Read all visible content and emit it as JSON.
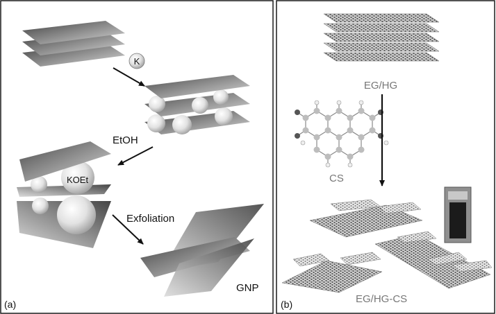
{
  "panel_a": {
    "tag": "(a)",
    "ion_label": "K",
    "solvent_label": "EtOH",
    "complex_label": "KOEt",
    "step_label": "Exfoliation",
    "product_label": "GNP"
  },
  "panel_b": {
    "tag": "(b)",
    "source_label": "EG/HG",
    "molecule_label": "CS",
    "product_label": "EG/HG-CS"
  },
  "colors": {
    "border": "#1a1a1a",
    "sheet_dark": "#4a4a4a",
    "sheet_light": "#d6d6d6",
    "sphere_light": "#ffffff",
    "sphere_dark": "#a8a8a8",
    "arrow": "#111111",
    "label_b": "#777777",
    "label_a": "#111111"
  }
}
